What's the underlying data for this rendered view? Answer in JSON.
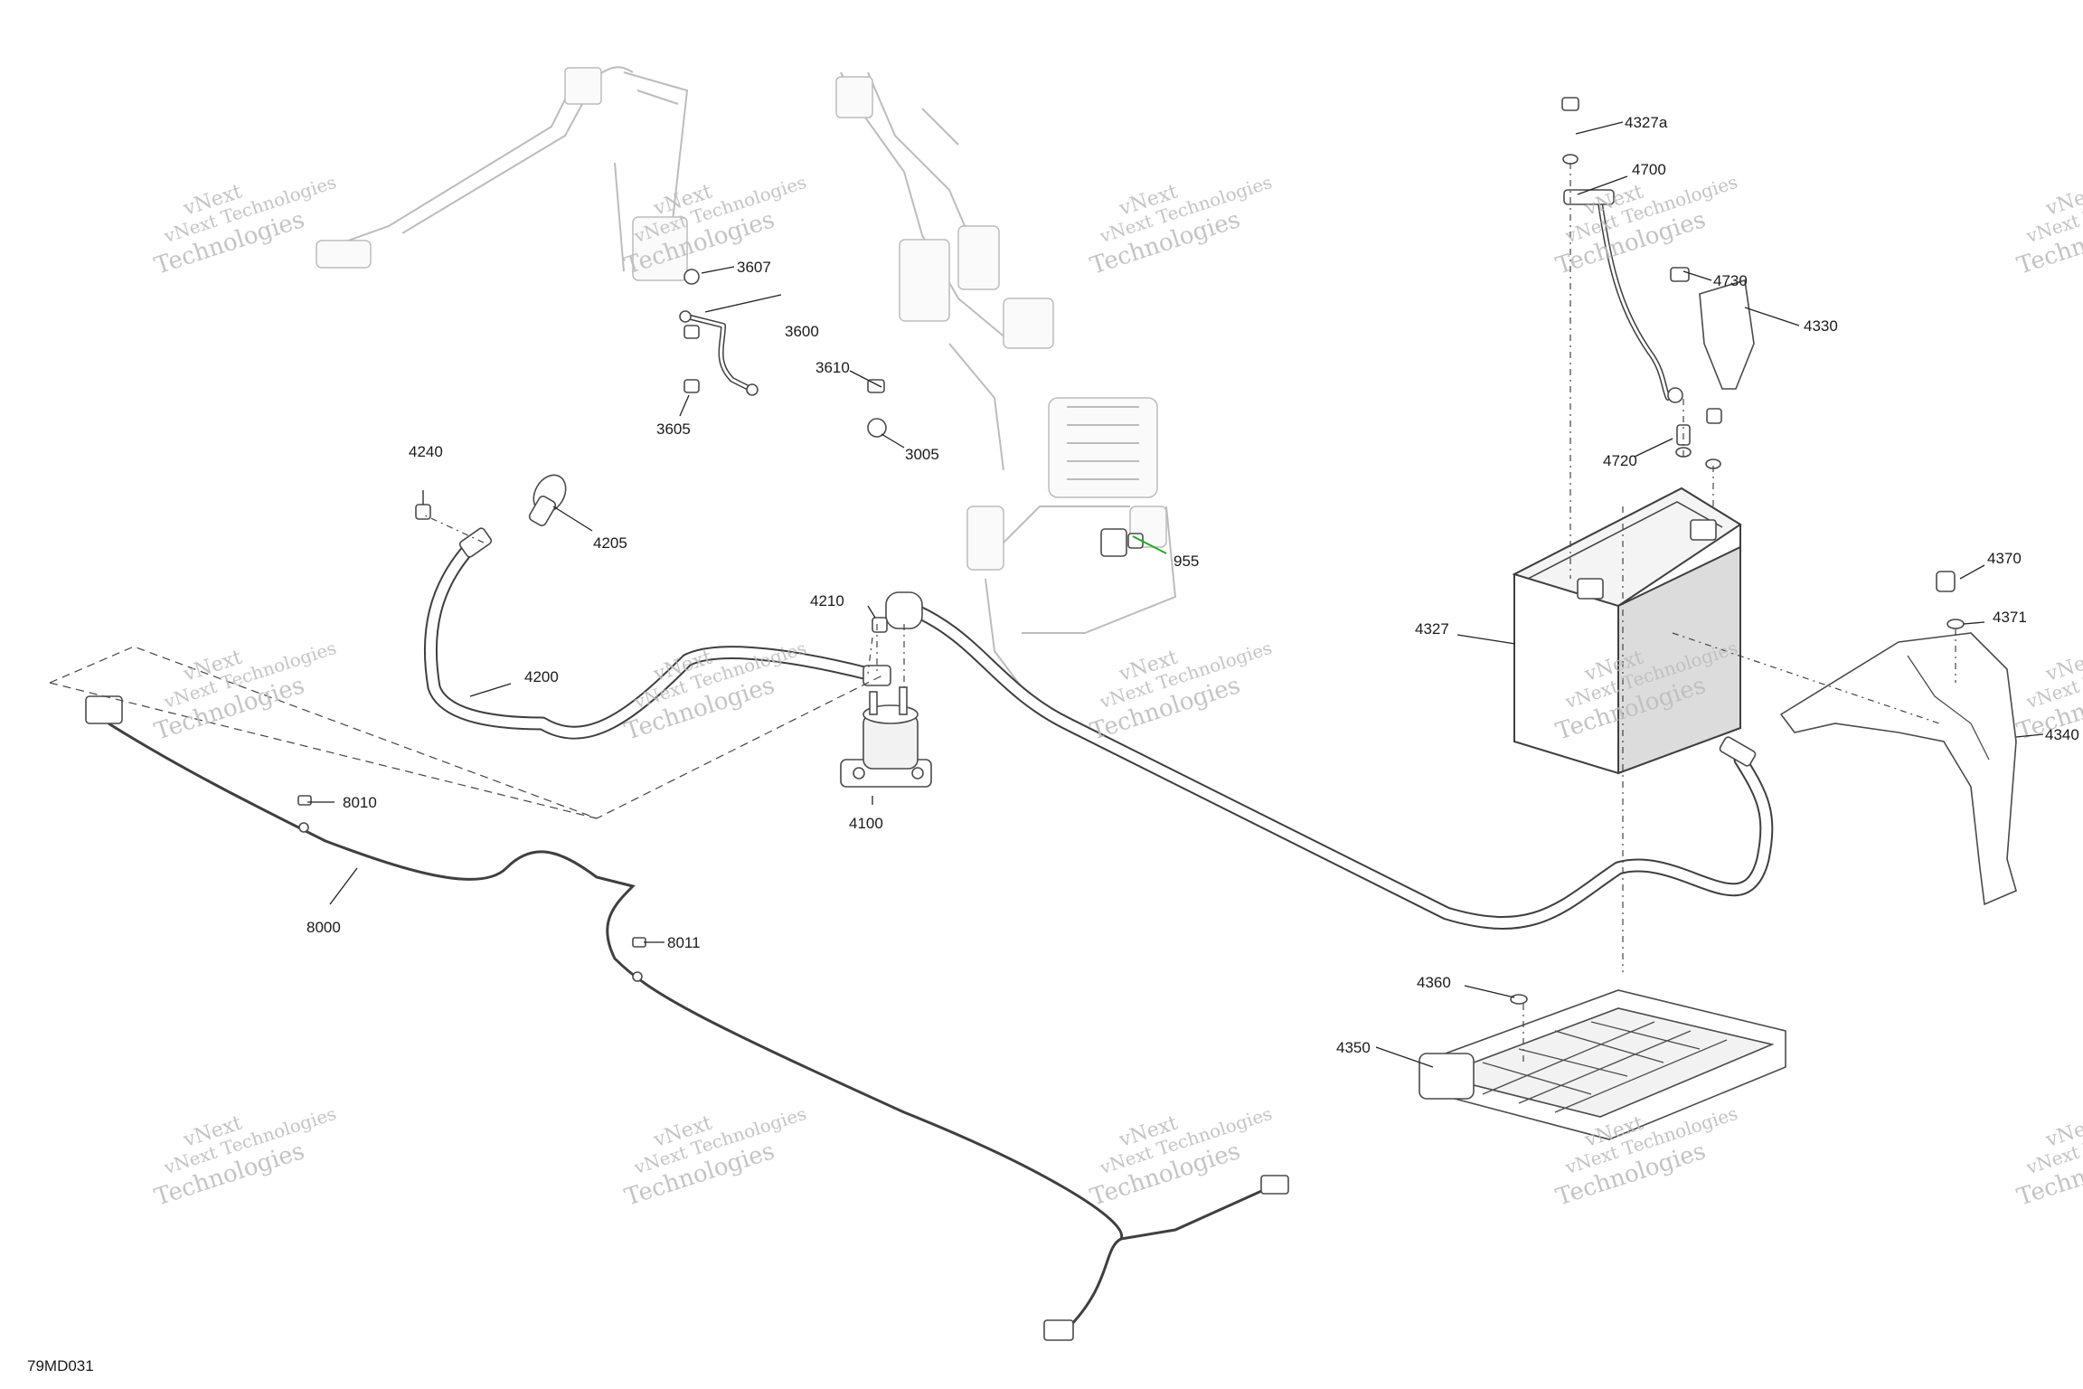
{
  "diagram_id": "79MD031",
  "watermark": {
    "line1": "vNext Technologies",
    "line2": "Technologies",
    "accent": "vNext"
  },
  "callouts": [
    {
      "key": "c4327a",
      "text": "4327a"
    },
    {
      "key": "c4700",
      "text": "4700"
    },
    {
      "key": "c4730",
      "text": "4730"
    },
    {
      "key": "c4330",
      "text": "4330"
    },
    {
      "key": "c4720",
      "text": "4720"
    },
    {
      "key": "c3607",
      "text": "3607"
    },
    {
      "key": "c3600",
      "text": "3600"
    },
    {
      "key": "c3610",
      "text": "3610"
    },
    {
      "key": "c3605",
      "text": "3605"
    },
    {
      "key": "c3005",
      "text": "3005"
    },
    {
      "key": "c4240",
      "text": "4240"
    },
    {
      "key": "c4205",
      "text": "4205"
    },
    {
      "key": "c955",
      "text": "955"
    },
    {
      "key": "c4210",
      "text": "4210"
    },
    {
      "key": "c4200",
      "text": "4200"
    },
    {
      "key": "c4327",
      "text": "4327"
    },
    {
      "key": "c4370",
      "text": "4370"
    },
    {
      "key": "c4371",
      "text": "4371"
    },
    {
      "key": "c4340",
      "text": "4340"
    },
    {
      "key": "c8010",
      "text": "8010"
    },
    {
      "key": "c4100",
      "text": "4100"
    },
    {
      "key": "c8000",
      "text": "8000"
    },
    {
      "key": "c8011",
      "text": "8011"
    },
    {
      "key": "c4360",
      "text": "4360"
    },
    {
      "key": "c4350",
      "text": "4350"
    }
  ],
  "colors": {
    "line": "#3f3f3f",
    "ghost": "#bcbcbc",
    "battery_fill": "#dedede",
    "highlight": "#22aa22",
    "watermark": "#bdbdbd"
  }
}
